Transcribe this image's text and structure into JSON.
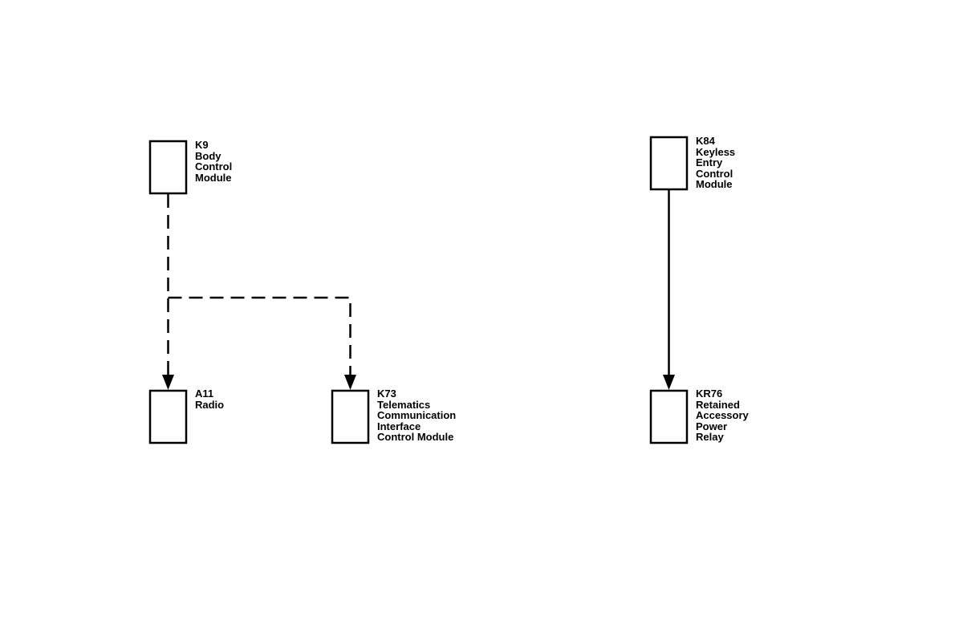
{
  "modules": {
    "k9": {
      "lines": [
        "K9",
        "Body",
        "Control",
        "Module"
      ]
    },
    "a11": {
      "lines": [
        "A11",
        "Radio"
      ]
    },
    "k73": {
      "lines": [
        "K73",
        "Telematics",
        "Communication",
        "Interface",
        "Control Module"
      ]
    },
    "k84": {
      "lines": [
        "K84",
        "Keyless",
        "Entry",
        "Control",
        "Module"
      ]
    },
    "kr76": {
      "lines": [
        "KR76",
        "Retained",
        "Accessory",
        "Power",
        "Relay"
      ]
    }
  },
  "connections": [
    {
      "from": "K9",
      "to": "A11",
      "style": "dashed"
    },
    {
      "from": "K9",
      "to": "K73",
      "style": "dashed"
    },
    {
      "from": "K84",
      "to": "KR76",
      "style": "solid"
    }
  ]
}
